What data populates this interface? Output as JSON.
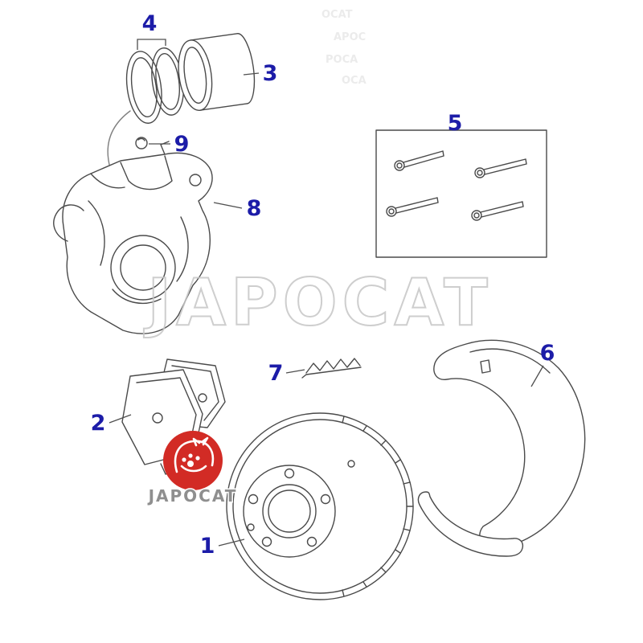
{
  "labels": {
    "l1": "1",
    "l2": "2",
    "l3": "3",
    "l4": "4",
    "l5": "5",
    "l6": "6",
    "l7": "7",
    "l8": "8",
    "l9": "9"
  },
  "watermark": {
    "text": "JAPOCAT"
  },
  "logo": {
    "text": "JAPOCAT"
  },
  "colors": {
    "label_blue": "#1c1ca8",
    "logo_red": "#d22b25",
    "logo_text_gray": "#8f8f8f",
    "watermark_gray": "#c6c6c6",
    "line": "#4a4a4a"
  }
}
